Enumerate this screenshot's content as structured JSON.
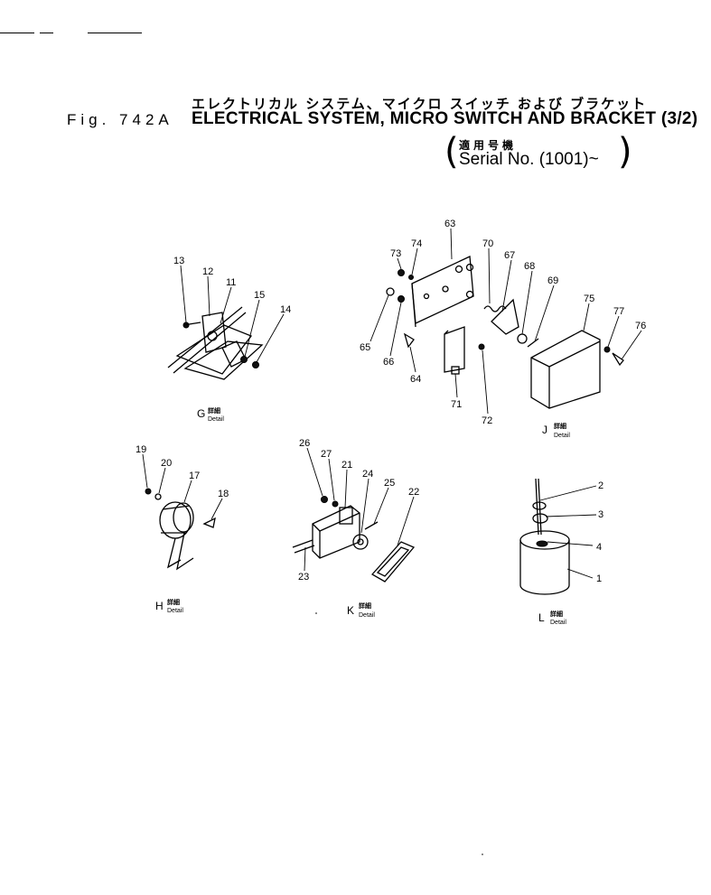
{
  "header": {
    "title_jp": "エレクトリカル システム、マイクロ スイッチ および ブラケット",
    "fig_label": "Fig. 742A",
    "title_en": "ELECTRICAL SYSTEM, MICRO SWITCH AND BRACKET (3/2)",
    "serial_jp": "適用号機",
    "serial_en": "Serial No. (1001)~"
  },
  "details": [
    {
      "letter": "G",
      "label_jp": "詳細",
      "label_en": "Detail"
    },
    {
      "letter": "J",
      "label_jp": "詳細",
      "label_en": "Detail"
    },
    {
      "letter": "H",
      "label_jp": "詳細",
      "label_en": "Detail"
    },
    {
      "letter": "K",
      "label_jp": "詳細",
      "label_en": "Detail"
    },
    {
      "letter": "L",
      "label_jp": "詳細",
      "label_en": "Detail"
    }
  ],
  "callouts": {
    "g": [
      "13",
      "12",
      "11",
      "15",
      "14"
    ],
    "j": [
      "63",
      "73",
      "74",
      "70",
      "67",
      "68",
      "69",
      "75",
      "77",
      "76",
      "65",
      "66",
      "64",
      "71",
      "72"
    ],
    "h": [
      "19",
      "20",
      "17",
      "18"
    ],
    "k": [
      "26",
      "27",
      "21",
      "24",
      "25",
      "22",
      "23"
    ],
    "l": [
      "2",
      "3",
      "4",
      "1"
    ]
  }
}
